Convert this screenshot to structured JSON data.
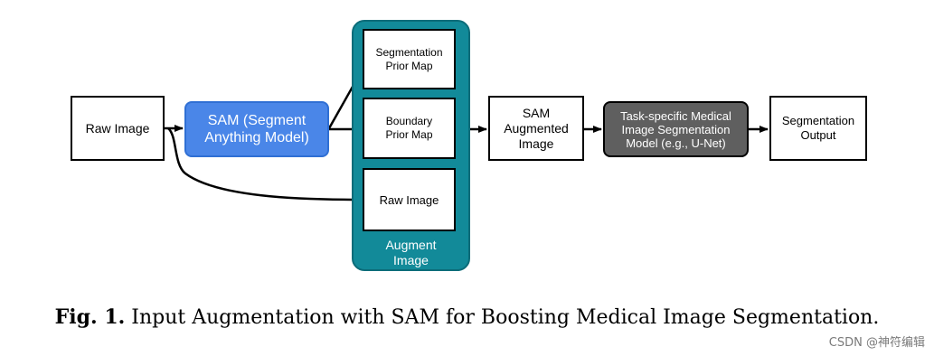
{
  "diagram": {
    "nodes": {
      "raw_image_input": "Raw Image",
      "sam_model": "SAM (Segment\nAnything Model)",
      "segmentation_prior_map": "Segmentation\nPrior Map",
      "boundary_prior_map": "Boundary\nPrior Map",
      "raw_image_augmented": "Raw Image",
      "augment_image_label": "Augment\nImage",
      "sam_augmented_image": "SAM\nAugmented\nImage",
      "task_specific_model": "Task-specific Medical\nImage Segmentation\nModel (e.g., U-Net)",
      "segmentation_output": "Segmentation\nOutput"
    },
    "edges": [
      {
        "from": "raw_image_input",
        "to": "sam_model"
      },
      {
        "from": "raw_image_input",
        "to": "raw_image_augmented"
      },
      {
        "from": "sam_model",
        "to": "segmentation_prior_map"
      },
      {
        "from": "sam_model",
        "to": "boundary_prior_map"
      },
      {
        "from": "augment_image_label",
        "to": "sam_augmented_image"
      },
      {
        "from": "sam_augmented_image",
        "to": "task_specific_model"
      },
      {
        "from": "task_specific_model",
        "to": "segmentation_output"
      }
    ],
    "colors": {
      "sam_model": "#4a86e8",
      "augment_container": "#128a99",
      "task_model": "#5f5f5f"
    }
  },
  "caption": {
    "label": "Fig. 1.",
    "text": "Input Augmentation with SAM for Boosting Medical Image Segmentation."
  },
  "watermark": "CSDN @神符编辑"
}
